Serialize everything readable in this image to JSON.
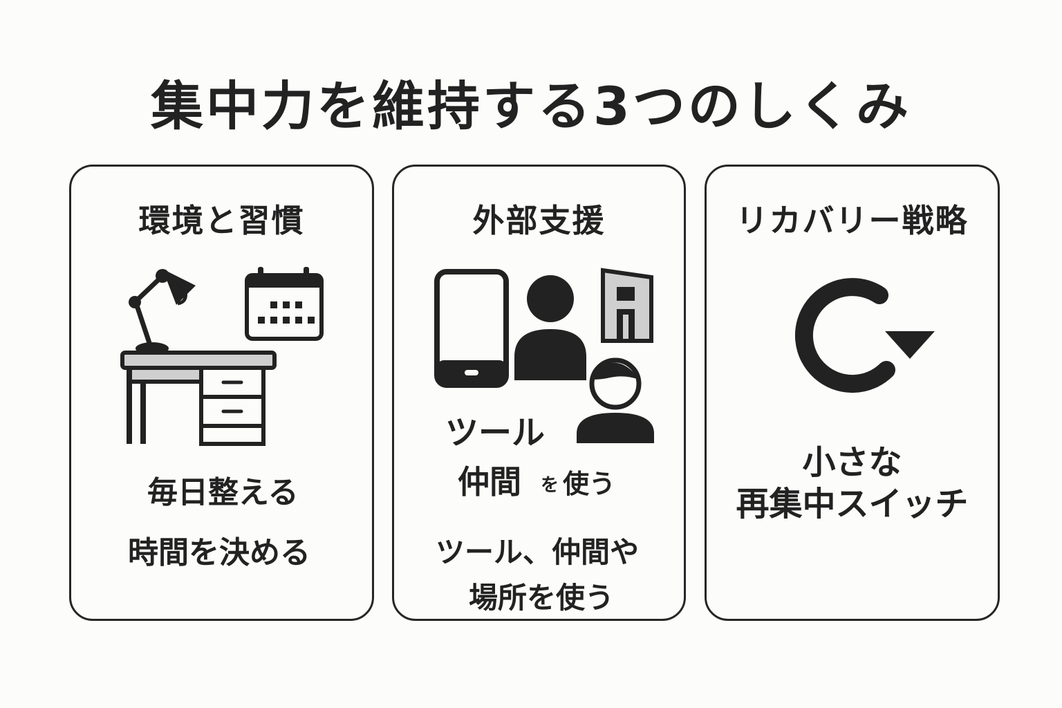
{
  "title": "集中力を維持する3つのしくみ",
  "cards": [
    {
      "title": "環境と習慣",
      "line1": "毎日整える",
      "line2": "時間を決める"
    },
    {
      "title": "外部支援",
      "label_tool": "ツール",
      "label_peer": "仲間",
      "label_peer_suffix_small": "を",
      "label_peer_suffix": "使う",
      "caption_line1": "ツール、仲間や",
      "caption_line2": "場所を使う"
    },
    {
      "title": "リカバリー戦略",
      "caption_line1": "小さな",
      "caption_line2": "再集中スイッチ"
    }
  ],
  "colors": {
    "ink": "#222222",
    "fill_gray": "#cfcfcf",
    "background": "#fcfcfa"
  }
}
